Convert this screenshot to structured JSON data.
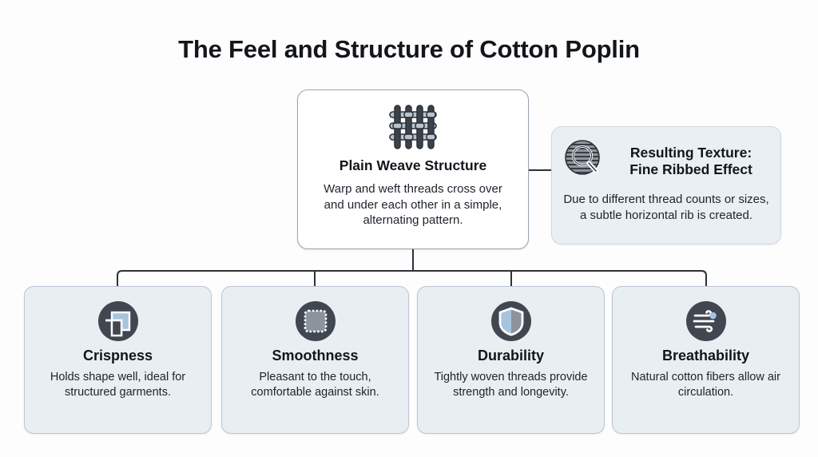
{
  "page": {
    "title": "The Feel and Structure of Cotton Poplin",
    "background_color": "#fdfdfd"
  },
  "colors": {
    "card_fill": "#e9eef3",
    "center_fill": "#ffffff",
    "border": "#9aa4b0",
    "connector": "#2b3138",
    "icon_circle": "#414750",
    "accent_blue": "#a8c4dd",
    "accent_gray": "#8b949e",
    "text": "#12161b"
  },
  "center_node": {
    "icon": "plain-weave-icon",
    "title": "Plain Weave Structure",
    "description": "Warp and weft threads cross over and under each other in a simple, alternating pattern."
  },
  "side_node": {
    "icon": "magnifier-ribbed-texture-icon",
    "title_line1": "Resulting Texture:",
    "title_line2": "Fine Ribbed Effect",
    "description": "Due to different thread counts or sizes, a subtle horizontal rib is created."
  },
  "leaf_nodes": [
    {
      "icon": "folded-corner-icon",
      "title": "Crispness",
      "description": "Holds shape well, ideal for structured garments."
    },
    {
      "icon": "scalloped-square-icon",
      "title": "Smoothness",
      "description": "Pleasant to the touch, comfortable against skin."
    },
    {
      "icon": "shield-icon",
      "title": "Durability",
      "description": "Tightly woven threads provide strength and longevity."
    },
    {
      "icon": "wind-icon",
      "title": "Breathability",
      "description": "Natural cotton fibers allow air circulation."
    }
  ]
}
